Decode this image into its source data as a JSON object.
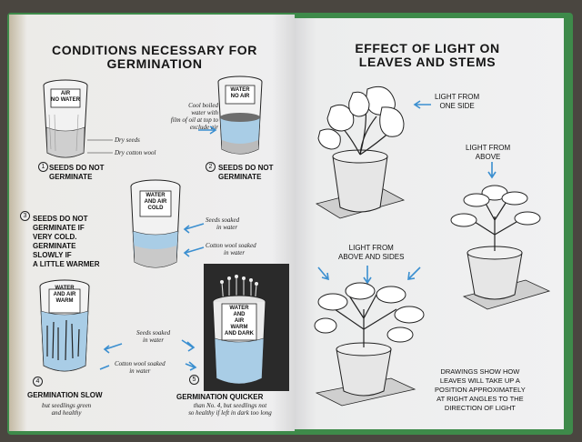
{
  "left_page": {
    "title_line1": "CONDITIONS NECESSARY FOR",
    "title_line2": "GERMINATION",
    "jar1": {
      "label_line1": "AIR",
      "label_line2": "NO WATER",
      "number": "1",
      "caption_line1": "SEEDS DO NOT",
      "caption_line2": "GERMINATE",
      "note_seeds": "Dry seeds",
      "note_wool": "Dry cotton wool"
    },
    "jar2": {
      "label_line1": "WATER",
      "label_line2": "NO AIR",
      "number": "2",
      "caption_line1": "SEEDS DO NOT",
      "caption_line2": "GERMINATE",
      "note_line1": "Cool boiled",
      "note_line2": "water with",
      "note_line3": "film of oil at top to",
      "note_line4": "exclude air"
    },
    "jar3": {
      "label_line1": "WATER",
      "label_line2": "AND AIR",
      "label_line3": "COLD",
      "number": "3",
      "caption_line1": "SEEDS DO NOT",
      "caption_line2": "GERMINATE IF",
      "caption_line3": "VERY COLD.",
      "caption_line4": "GERMINATE",
      "caption_line5": "SLOWLY IF",
      "caption_line6": "A LITTLE WARMER",
      "note_seeds_line1": "Seeds soaked",
      "note_seeds_line2": "in water",
      "note_wool_line1": "Cotton wool soaked",
      "note_wool_line2": "in water"
    },
    "jar4": {
      "label_line1": "WATER",
      "label_line2": "AND AIR",
      "label_line3": "WARM",
      "number": "4",
      "caption": "GERMINATION SLOW",
      "sub_line1": "but seedlings green",
      "sub_line2": "and healthy"
    },
    "jar5": {
      "label_line1": "WATER",
      "label_line2": "AND",
      "label_line3": "AIR",
      "label_line4": "WARM",
      "label_line5": "AND DARK",
      "number": "5",
      "caption": "GERMINATION QUICKER",
      "sub_line1": "than No. 4, but seedlings not",
      "sub_line2": "so healthy if left in dark too long"
    },
    "shared_note_seeds_line1": "Seeds soaked",
    "shared_note_seeds_line2": "in water",
    "shared_note_wool_line1": "Cotton wool soaked",
    "shared_note_wool_line2": "in water"
  },
  "right_page": {
    "title_line1": "EFFECT OF LIGHT ON",
    "title_line2": "LEAVES AND STEMS",
    "plant1_line1": "LIGHT FROM",
    "plant1_line2": "ONE SIDE",
    "plant2_line1": "LIGHT FROM",
    "plant2_line2": "ABOVE",
    "plant3_line1": "LIGHT FROM",
    "plant3_line2": "ABOVE AND SIDES",
    "footer_line1": "DRAWINGS SHOW HOW",
    "footer_line2": "LEAVES WILL TAKE UP A",
    "footer_line3": "POSITION APPROXIMATELY",
    "footer_line4": "AT RIGHT ANGLES TO THE",
    "footer_line5": "DIRECTION OF LIGHT"
  },
  "colors": {
    "arrow": "#3b8fd0",
    "water": "#a9cde6",
    "ink": "#151515",
    "cover": "#3e8a4a"
  }
}
